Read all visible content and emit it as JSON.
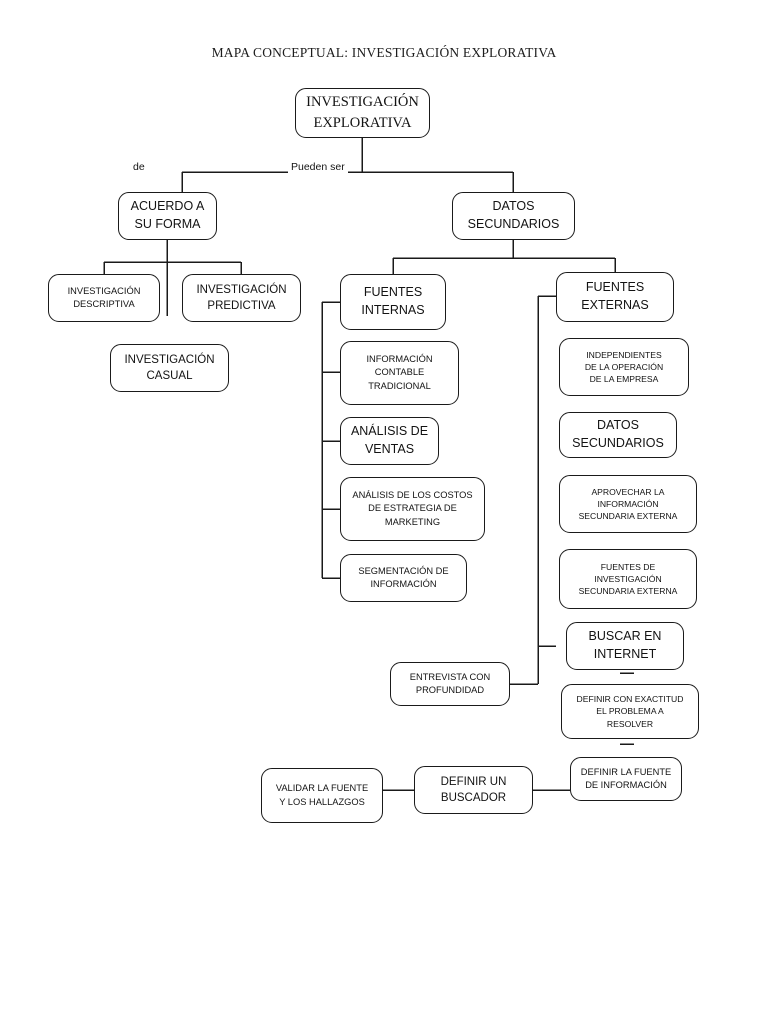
{
  "title": "MAPA CONCEPTUAL: INVESTIGACIÓN EXPLORATIVA",
  "edge_labels": {
    "de": "de",
    "pueden_ser": "Pueden ser"
  },
  "colors": {
    "stroke": "#1a1a1a",
    "text": "#131313",
    "background": "#ffffff"
  },
  "nodes": {
    "root": "INVESTIGACIÓN\nEXPLORATIVA",
    "root_l1": "INVESTIGACIÓN",
    "root_l2": "EXPLORATIVA",
    "acuerdo_forma_l1": "ACUERDO A",
    "acuerdo_forma_l2": "SU FORMA",
    "datos_secundarios_l1": "DATOS",
    "datos_secundarios_l2": "SECUNDARIOS",
    "inv_descriptiva_l1": "INVESTIGACIÓN",
    "inv_descriptiva_l2": "DESCRIPTIVA",
    "inv_predictiva_l1": "INVESTIGACIÓN",
    "inv_predictiva_l2": "PREDICTIVA",
    "inv_casual_l1": "INVESTIGACIÓN",
    "inv_casual_l2": "CASUAL",
    "fuentes_internas_l1": "FUENTES",
    "fuentes_internas_l2": "INTERNAS",
    "info_contable_l1": "INFORMACIÓN",
    "info_contable_l2": "CONTABLE",
    "info_contable_l3": "TRADICIONAL",
    "analisis_ventas_l1": "ANÁLISIS DE",
    "analisis_ventas_l2": "VENTAS",
    "analisis_costos_l1": "ANÁLISIS DE LOS COSTOS",
    "analisis_costos_l2": "DE ESTRATEGIA DE",
    "analisis_costos_l3": "MARKETING",
    "segmentacion_l1": "SEGMENTACIÓN DE",
    "segmentacion_l2": "INFORMACIÓN",
    "fuentes_externas_l1": "FUENTES",
    "fuentes_externas_l2": "EXTERNAS",
    "independientes_l1": "INDEPENDIENTES",
    "independientes_l2": "DE LA OPERACIÓN",
    "independientes_l3": "DE LA EMPRESA",
    "datos_sec2_l1": "DATOS",
    "datos_sec2_l2": "SECUNDARIOS",
    "aprovechar_l1": "APROVECHAR LA",
    "aprovechar_l2": "INFORMACIÓN",
    "aprovechar_l3": "SECUNDARIA EXTERNA",
    "fuentes_inv_l1": "FUENTES DE",
    "fuentes_inv_l2": "INVESTIGACIÓN",
    "fuentes_inv_l3": "SECUNDARIA EXTERNA",
    "buscar_internet_l1": "BUSCAR EN",
    "buscar_internet_l2": "INTERNET",
    "definir_exactitud_l1": "DEFINIR CON EXACTITUD",
    "definir_exactitud_l2": "EL PROBLEMA A",
    "definir_exactitud_l3": "RESOLVER",
    "entrevista_l1": "ENTREVISTA CON",
    "entrevista_l2": "PROFUNDIDAD",
    "definir_fuente_l1": "DEFINIR LA FUENTE",
    "definir_fuente_l2": "DE INFORMACIÓN",
    "definir_buscador_l1": "DEFINIR UN",
    "definir_buscador_l2": "BUSCADOR",
    "validar_l1": "VALIDAR LA FUENTE",
    "validar_l2": "Y LOS HALLAZGOS"
  }
}
